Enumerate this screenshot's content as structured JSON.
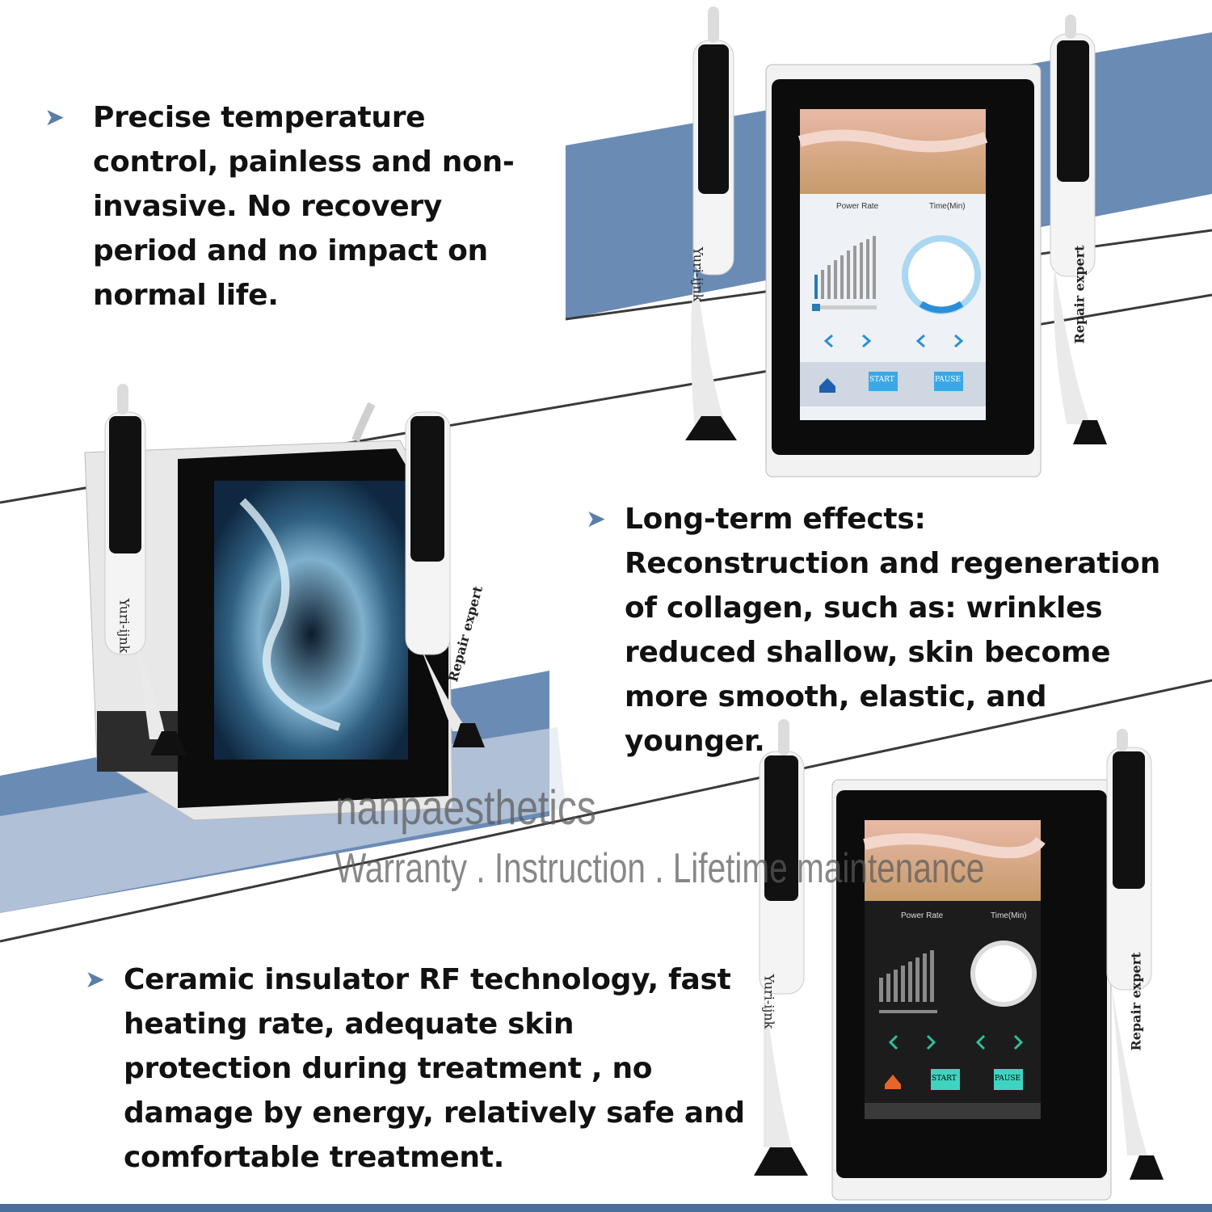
{
  "bullets": [
    {
      "text": "Precise temperature control, painless and non-invasive. No recovery period and no impact on normal life."
    },
    {
      "text": "Long-term effects: Reconstruction and regeneration of collagen, such as: wrinkles reduced shallow, skin become more smooth, elastic, and younger."
    },
    {
      "text": "Ceramic insulator RF technology, fast heating rate, adequate skin protection during treatment , no damage by energy, relatively safe and comfortable treatment."
    }
  ],
  "watermark": {
    "brand": "nanpaesthetics",
    "tagline": "Warranty . Instruction . Lifetime maintenance"
  },
  "device_top": {
    "power_label": "Power Rate",
    "time_label": "Time(Min)",
    "start_label": "START",
    "pause_label": "PAUSE",
    "handle_left_label": "Yuri-ijnk",
    "handle_right_label": "Repair expert"
  },
  "device_left": {
    "handle_left_label": "Yuri-ijnk",
    "handle_right_label": "Repair expert"
  },
  "device_bottom": {
    "power_label": "Power Rate",
    "time_label": "Time(Min)",
    "start_label": "START",
    "pause_label": "PAUSE",
    "handle_left_label": "Yuri-ijnk",
    "handle_right_label": "Repair expert"
  },
  "colors": {
    "accent_blue": "#5b7ea8",
    "stripe_blue": "#6a8bb4",
    "text": "#111111"
  }
}
